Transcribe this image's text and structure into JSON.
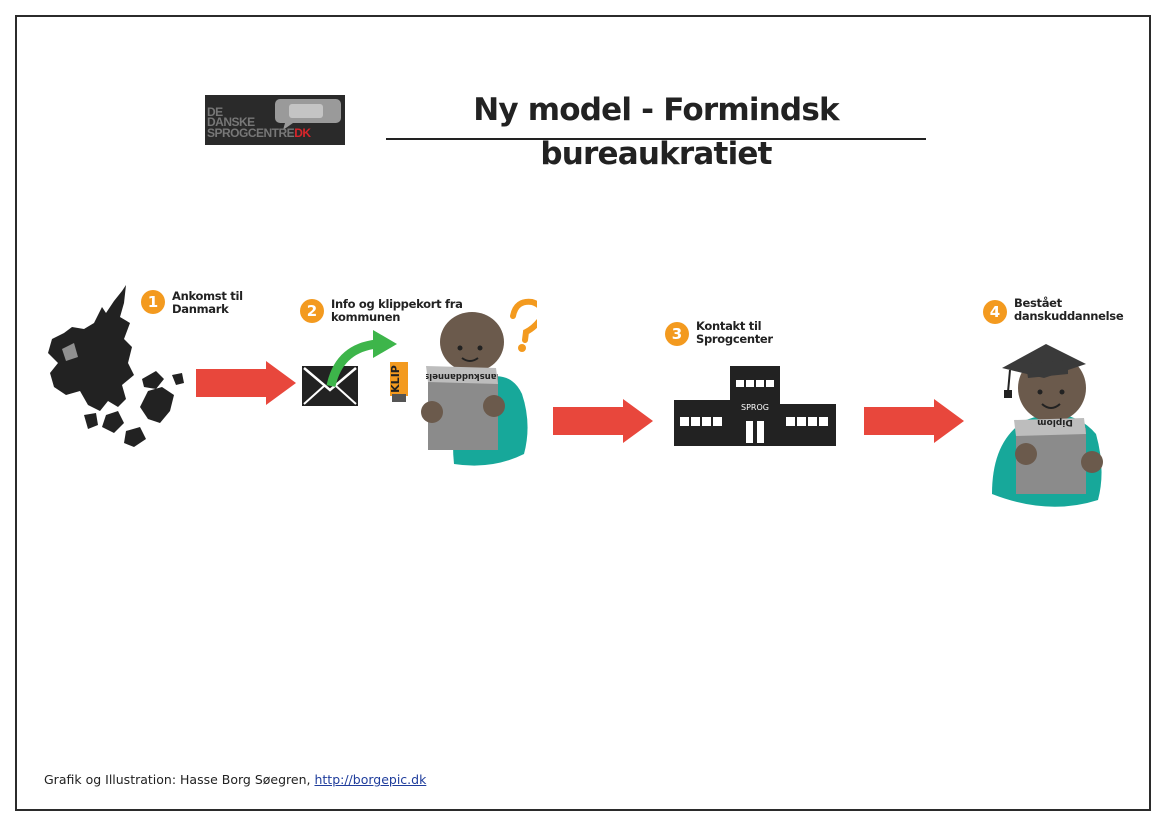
{
  "title": "Ny model - Formindsk bureaukratiet",
  "logo": {
    "line1": "DE",
    "line2": "DANSKE",
    "line3": "SPROGCENTRE",
    "line3_suffix": "DK"
  },
  "steps": [
    {
      "number": "1",
      "label": "Ankomst til\nDanmark"
    },
    {
      "number": "2",
      "label": "Info og klippekort fra\nkommunen"
    },
    {
      "number": "3",
      "label": "Kontakt til\nSprogcenter"
    },
    {
      "number": "4",
      "label": "Bestået\ndanskuddannelse"
    }
  ],
  "illustration_text": {
    "klip": "KLIP",
    "book1": "Danskuddannelse",
    "building": "SPROG",
    "book2": "Diplom"
  },
  "credit": {
    "text": "Grafik og Illustration: Hasse Borg Søegren,",
    "link": "http://borgepic.dk"
  },
  "colors": {
    "accent_orange": "#f39a1f",
    "arrow_red": "#e8473c",
    "green_arrow": "#3db54a",
    "teal": "#17a89a",
    "skin": "#6b5a4c",
    "dark": "#222222"
  },
  "icons": [
    "denmark-map-icon",
    "arrow-right-icon",
    "envelope-icon",
    "green-curved-arrow-icon",
    "clip-card-icon",
    "person-question-icon",
    "language-center-building-icon",
    "graduate-person-icon"
  ]
}
